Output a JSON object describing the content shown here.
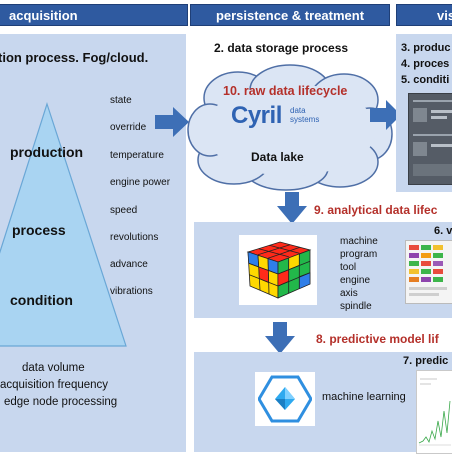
{
  "headers": {
    "acquisition": "acquisition",
    "persistence": "persistence & treatment",
    "visualization": "vis"
  },
  "acquisition": {
    "subtitle": "tion process. Fog/cloud.",
    "pyramid_levels": [
      "production",
      "process",
      "condition"
    ],
    "variables": [
      "state",
      "override",
      "temperature",
      "engine power",
      "speed",
      "revolutions",
      "advance",
      "vibrations"
    ],
    "bottom_lines": [
      "data volume",
      "acquisition frequency",
      "edge node processing"
    ]
  },
  "persistence": {
    "storage_title": "2. data storage process",
    "raw_lifecycle": "10. raw data lifecycle",
    "logo_main": "Cyril",
    "logo_sub_1": "data",
    "logo_sub_2": "systems",
    "data_lake": "Data lake",
    "analytical_lifecycle": "9. analytical data lifec",
    "cube_labels": [
      "machine",
      "program",
      "tool",
      "engine",
      "axis",
      "spindle"
    ],
    "predictive_lifecycle": "8. predictive model lif",
    "ml_label": "machine learning"
  },
  "visualization": {
    "items": [
      "3. produc",
      "4. proces",
      "5. conditi"
    ],
    "item6": "6. v",
    "item7": "7. predic"
  },
  "colors": {
    "header": "#2f5aa0",
    "panel": "#c8d7ee",
    "arrow": "#3d6fb6",
    "pyramid": "#a9d4f2",
    "accent_red": "#b4302a"
  }
}
